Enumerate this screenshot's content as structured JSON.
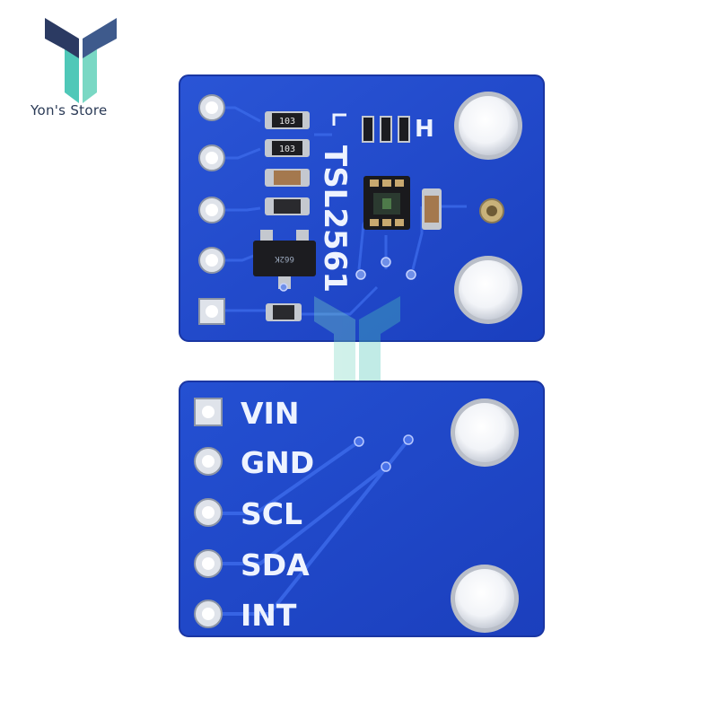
{
  "brand": {
    "name": "Yon's Store",
    "logo_colors": [
      "#2b3a62",
      "#4fc8b8",
      "#7ad8c4"
    ]
  },
  "board": {
    "pcb_color": "#1f47c9",
    "chip_label": "TSL2561",
    "jumper_label": "H",
    "resistor_codes": [
      "103",
      "103"
    ],
    "regulator_marking": "662K",
    "pins": [
      {
        "label": "VIN"
      },
      {
        "label": "GND"
      },
      {
        "label": "SCL"
      },
      {
        "label": "SDA"
      },
      {
        "label": "INT"
      }
    ]
  }
}
